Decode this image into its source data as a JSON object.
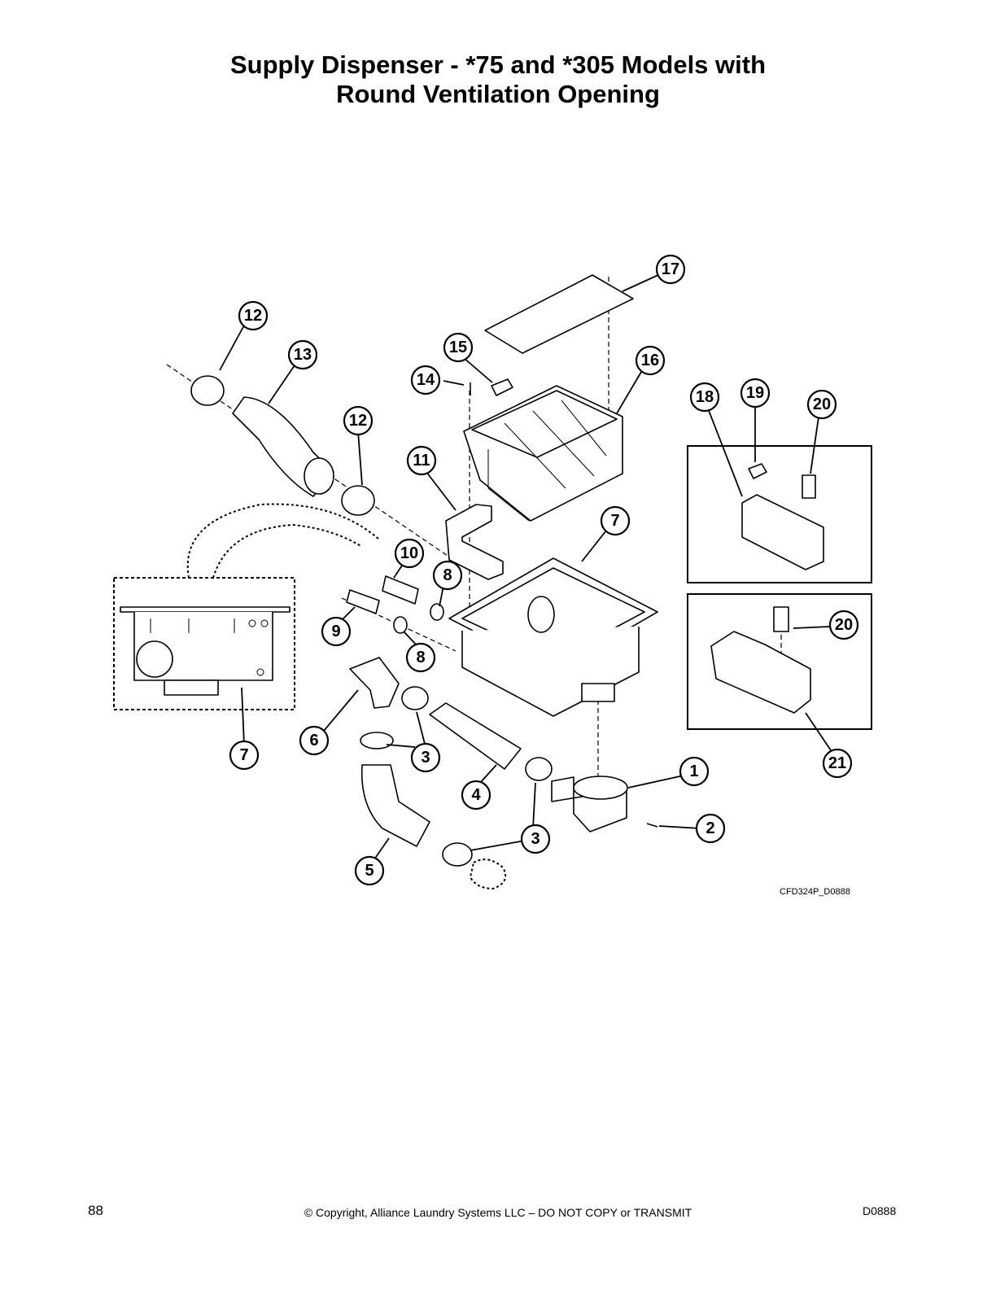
{
  "title": {
    "line1": "Supply Dispenser - *75 and *305 Models with",
    "line2": "Round Ventilation Opening"
  },
  "callouts": [
    "1",
    "2",
    "3",
    "3",
    "4",
    "5",
    "6",
    "7",
    "7",
    "8",
    "8",
    "9",
    "10",
    "11",
    "12",
    "12",
    "13",
    "14",
    "15",
    "16",
    "17",
    "18",
    "19",
    "20",
    "20",
    "21"
  ],
  "drawing_code": "CFD324P_D0888",
  "footer": {
    "page_number": "88",
    "copyright": "© Copyright, Alliance Laundry Systems LLC – DO NOT COPY or TRANSMIT",
    "doc_code": "D0888"
  }
}
